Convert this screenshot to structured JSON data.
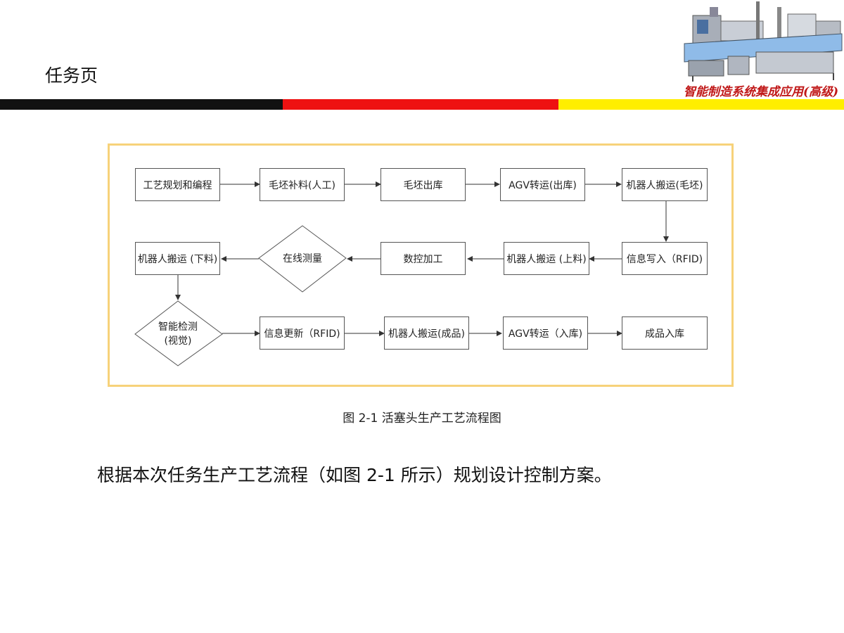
{
  "page": {
    "title": "任务页"
  },
  "brand": {
    "caption": "智能制造系统集成应用(高级)",
    "image_icon": "production-line-machine-icon"
  },
  "divider_colors": [
    "#111111",
    "#ee1111",
    "#ffee00"
  ],
  "flowchart": {
    "nodes": {
      "n1": "工艺规划和编程",
      "n2": "毛坯补料(人工)",
      "n3": "毛坯出库",
      "n4": "AGV转运(出库)",
      "n5": "机器人搬运(毛坯)",
      "n6": "信息写入（RFID)",
      "n7": "机器人搬运 (上料)",
      "n8": "数控加工",
      "n9": "在线测量",
      "n10": "机器人搬运 (下料)",
      "n11_line1": "智能检测",
      "n11_line2": "(视觉)",
      "n12": "信息更新（RFID)",
      "n13": "机器人搬运(成品)",
      "n14": "AGV转运（入库)",
      "n15": "成品入库"
    },
    "caption": "图 2-1 活塞头生产工艺流程图"
  },
  "body": {
    "text": "根据本次任务生产工艺流程（如图 2-1 所示）规划设计控制方案。"
  }
}
